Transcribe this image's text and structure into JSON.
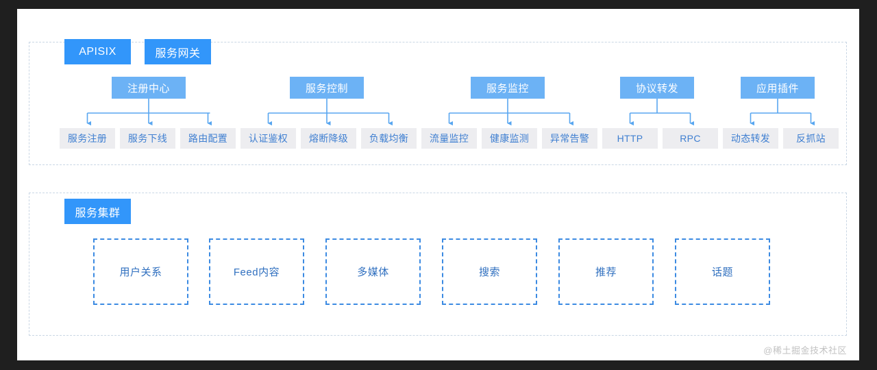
{
  "diagram": {
    "watermark": "@稀土掘金技术社区",
    "sections": [
      {
        "id": "gateway",
        "badges": [
          {
            "label": "APISIX"
          },
          {
            "label": "服务网关"
          }
        ],
        "groups": [
          {
            "label": "注册中心",
            "children": [
              "服务注册",
              "服务下线",
              "路由配置"
            ]
          },
          {
            "label": "服务控制",
            "children": [
              "认证鉴权",
              "熔断降级",
              "负载均衡"
            ]
          },
          {
            "label": "服务监控",
            "children": [
              "流量监控",
              "健康监测",
              "异常告警"
            ]
          },
          {
            "label": "协议转发",
            "children": [
              "HTTP",
              "RPC"
            ]
          },
          {
            "label": "应用插件",
            "children": [
              "动态转发",
              "反抓站"
            ]
          }
        ]
      },
      {
        "id": "cluster",
        "badges": [
          {
            "label": "服务集群"
          }
        ],
        "tiles": [
          "用户关系",
          "Feed内容",
          "多媒体",
          "搜索",
          "推荐",
          "话题"
        ]
      }
    ],
    "colors": {
      "badge_blue": "#3296fa",
      "group_blue": "#6cb2f5",
      "leaf_gray": "#ededf0",
      "leaf_text": "#3f7fd1",
      "tile_border": "#3b8ae2",
      "tile_text": "#2f6fbf",
      "section_border": "#c9d6e4",
      "connector": "#58a6f0",
      "card_bg": "#ffffff",
      "frame_bg": "#1f1f1f"
    }
  }
}
